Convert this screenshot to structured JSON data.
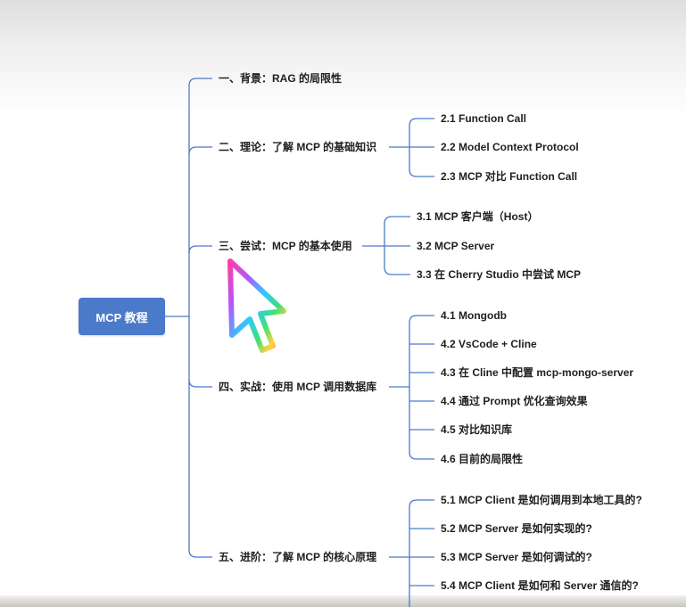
{
  "root": {
    "label": "MCP 教程"
  },
  "branches": [
    {
      "label": "一、背景：RAG 的局限性",
      "children": []
    },
    {
      "label": "二、理论：了解 MCP 的基础知识",
      "children": [
        "2.1 Function Call",
        "2.2 Model Context Protocol",
        "2.3 MCP 对比 Function Call"
      ]
    },
    {
      "label": "三、尝试：MCP 的基本使用",
      "children": [
        "3.1 MCP 客户端（Host）",
        "3.2 MCP Server",
        "3.3 在 Cherry Studio 中尝试 MCP"
      ]
    },
    {
      "label": "四、实战：使用 MCP 调用数据库",
      "children": [
        "4.1 Mongodb",
        "4.2 VsCode + Cline",
        "4.3 在 Cline 中配置 mcp-mongo-server",
        "4.4 通过 Prompt 优化查询效果",
        "4.5 对比知识库",
        "4.6 目前的局限性"
      ]
    },
    {
      "label": "五、进阶：了解 MCP 的核心原理",
      "children": [
        "5.1 MCP Client 是如何调用到本地工具的?",
        "5.2 MCP Server 是如何实现的?",
        "5.3 MCP Server 是如何调试的?",
        "5.4 MCP Client 是如何和 Server 通信的?"
      ]
    }
  ],
  "colors": {
    "root_fill": "#4a7ac9",
    "connector": "#4a7ac9",
    "text": "#1f1f1f",
    "cursor_gradient": [
      "#ff3ea5",
      "#b455ff",
      "#2ec9ff",
      "#3ee07a",
      "#ffd23e",
      "#ff8a3e"
    ]
  },
  "cursor_icon": "arrow-pointer"
}
